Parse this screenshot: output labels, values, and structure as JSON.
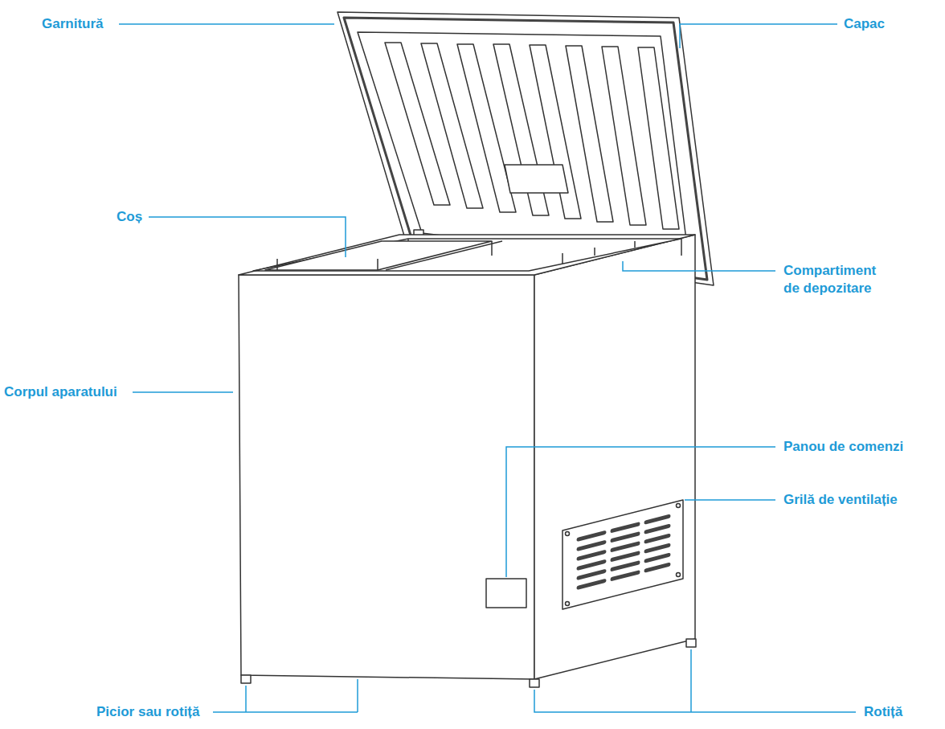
{
  "diagram": {
    "labels": [
      "Garnitură",
      "Capac",
      "Coș",
      "Compartiment de depozitare",
      "Corpul aparatului",
      "Panou de comenzi",
      "Grilă de ventilație",
      "Picior sau rotiță",
      "Rotiță"
    ]
  }
}
